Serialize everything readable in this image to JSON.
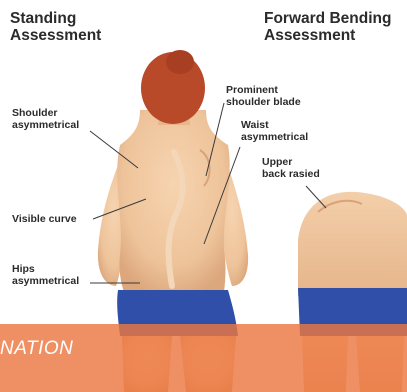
{
  "headings": {
    "standing": "Standing\nAssessment",
    "forward": "Forward Bending\nAssessment"
  },
  "labels": {
    "shoulder": "Shoulder\nasymmetrical",
    "visible_curve": "Visible curve",
    "hips": "Hips\nasymmetrical",
    "prominent_blade": "Prominent\nshoulder blade",
    "waist": "Waist\nasymmetrical",
    "upper_back": "Upper\nback rasied"
  },
  "banner": {
    "text": "NATION"
  },
  "colors": {
    "skin": "#f0c8a0",
    "skin_shade": "#e2ac80",
    "hair": "#b84a2a",
    "shorts": "#2f4fa8",
    "banner": "#ec7842"
  }
}
